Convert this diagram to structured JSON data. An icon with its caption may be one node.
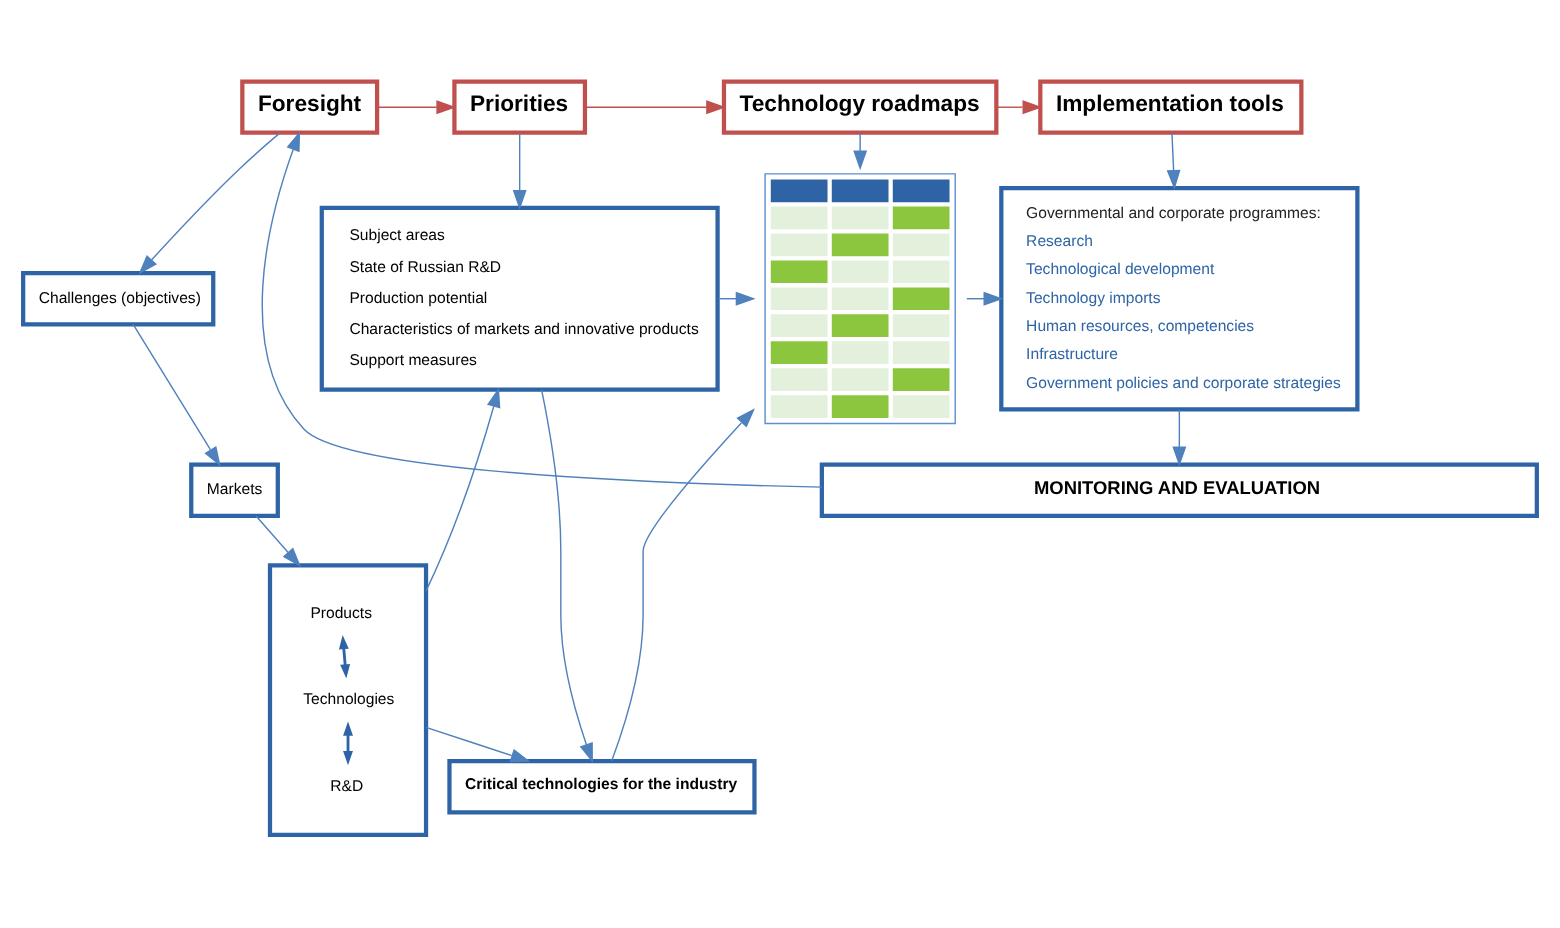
{
  "diagram": {
    "nodes": [
      {
        "text": [
          "Foresight"
        ]
      },
      {
        "text": [
          "Priorities"
        ]
      },
      {
        "text": [
          "Technology roadmaps"
        ]
      },
      {
        "text": [
          "Implementation tools"
        ]
      },
      {
        "text": [
          "Challenges (objectives)"
        ]
      },
      {
        "text": [
          "Markets"
        ]
      },
      {
        "text": [],
        "shape": "box"
      },
      {
        "text": [
          "Products"
        ],
        "in": 6
      },
      {
        "text": [
          "Technologies"
        ],
        "in": 6
      },
      {
        "text": [
          "R&D"
        ],
        "in": 6
      },
      {
        "text": [
          "Subject areas",
          "State of Russian R&D",
          "Production potential",
          "Characteristics of markets and innovative products",
          "Support measures"
        ]
      },
      {
        "text": [
          "Critical technologies for the industry"
        ]
      },
      {
        "text": [],
        "shape": "picture"
      },
      {
        "text": [
          "Governmental and corporate programmes:",
          "Research",
          "Technological development",
          "Technology imports",
          "Human resources, competencies",
          "Infrastructure",
          "Government policies and corporate strategies"
        ]
      },
      {
        "text": [
          "MONITORING AND EVALUATION"
        ]
      }
    ],
    "edges": [
      {
        "from": 0,
        "to": 1,
        "arrow": "to",
        "color": "#c0504d"
      },
      {
        "from": 1,
        "to": 2,
        "arrow": "to",
        "color": "#c0504d"
      },
      {
        "from": 2,
        "to": 3,
        "arrow": "to",
        "color": "#c0504d"
      },
      {
        "from": 0,
        "to": 4,
        "arrow": "to"
      },
      {
        "from": 4,
        "to": 5,
        "arrow": "to"
      },
      {
        "from": 5,
        "to": 6,
        "arrow": "to"
      },
      {
        "from": 7,
        "to": 8,
        "arrow": "both"
      },
      {
        "from": 8,
        "to": 9,
        "arrow": "both"
      },
      {
        "from": 1,
        "to": 10,
        "arrow": "to"
      },
      {
        "from": 6,
        "to": 10,
        "arrow": "to"
      },
      {
        "from": 10,
        "to": 11,
        "arrow": "to"
      },
      {
        "from": 6,
        "to": 11,
        "arrow": "to"
      },
      {
        "from": 2,
        "to": 12,
        "arrow": "to"
      },
      {
        "from": 10,
        "to": 12,
        "arrow": "to"
      },
      {
        "from": 11,
        "to": 12,
        "arrow": "to"
      },
      {
        "from": 3,
        "to": 13,
        "arrow": "to"
      },
      {
        "from": 12,
        "to": 13,
        "arrow": "to"
      },
      {
        "from": 13,
        "to": 14,
        "arrow": "to"
      },
      {
        "from": 14,
        "to": 0,
        "arrow": "to"
      }
    ]
  }
}
